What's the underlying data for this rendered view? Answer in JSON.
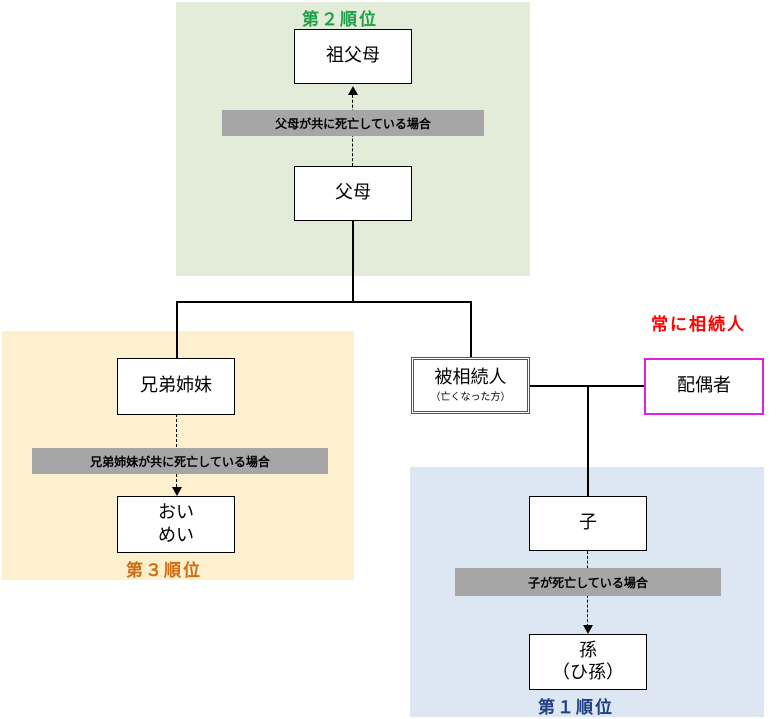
{
  "colors": {
    "rank1": "#1f3f7f",
    "rank2": "#21a04a",
    "rank3": "#d06d12",
    "always": "#ff0000",
    "spouse_border": "#e020e0"
  },
  "ranks": {
    "first": "第１順位",
    "second": "第２順位",
    "third": "第３順位"
  },
  "nodes": {
    "grandparents": "祖父母",
    "parents": "父母",
    "siblings": "兄弟姉妹",
    "nephew": "おい",
    "niece": "めい",
    "decedent": "被相続人",
    "decedent_note": "（亡くなった方）",
    "spouse": "配偶者",
    "child": "子",
    "grandchild": "孫",
    "great_grandchild": "（ひ孫）"
  },
  "conditions": {
    "parents_deceased": "父母が共に死亡している場合",
    "siblings_deceased": "兄弟姉妹が共に死亡している場合",
    "child_deceased": "子が死亡している場合"
  },
  "always_heir": "常に相続人"
}
